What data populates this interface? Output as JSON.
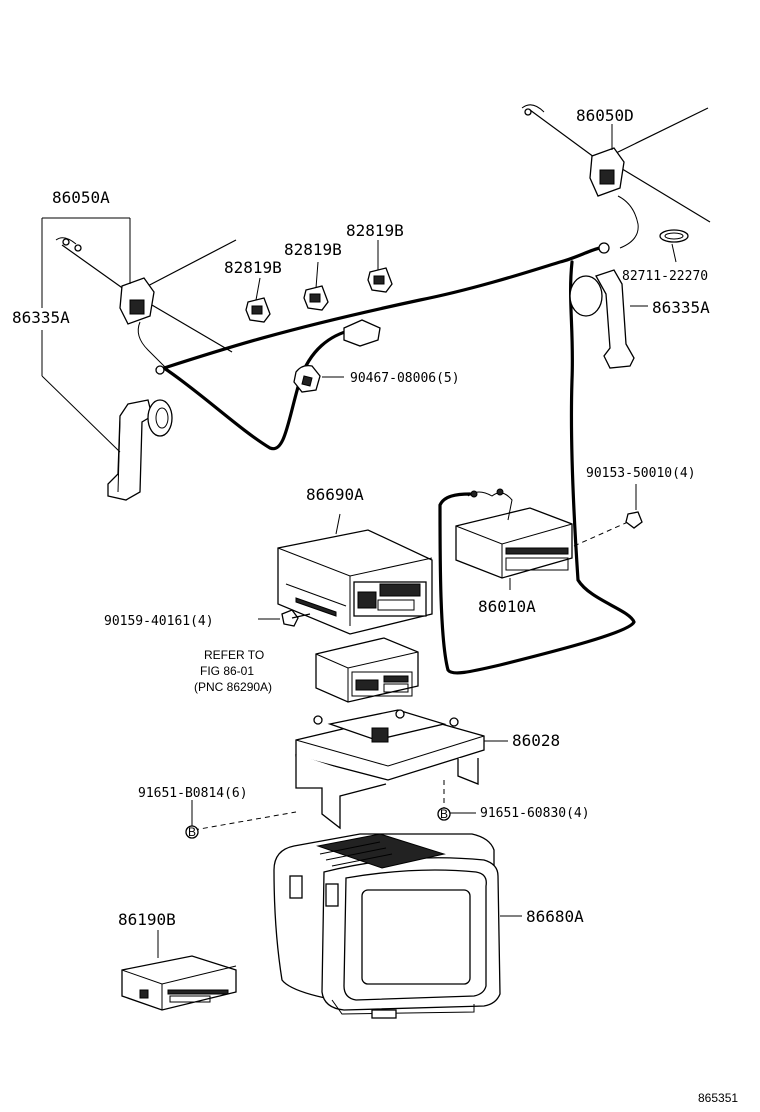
{
  "labels": {
    "ant_front_top": "86050A",
    "ant_rear_top": "86050D",
    "bracket_left": "86335A",
    "bracket_right": "86335A",
    "clip_a": "82819B",
    "clip_b": "82819B",
    "clip_c": "82819B",
    "clamp": "90467-08006(5)",
    "ring": "82711-22270",
    "screw_tuner": "90153-50010(4)",
    "tuner": "86690A",
    "screw_deck": "90159-40161(4)",
    "receiver": "86010A",
    "refer_line1": "REFER TO",
    "refer_line2": "FIG 86-01",
    "refer_line3": "(PNC 86290A)",
    "stand": "86028",
    "bolt_left": "91651-B0814(6)",
    "bolt_right": "91651-60830(4)",
    "monitor": "86680A",
    "vcp": "86190B",
    "fig_no": "865351"
  },
  "markers": {
    "bolt_symbol": "B"
  }
}
